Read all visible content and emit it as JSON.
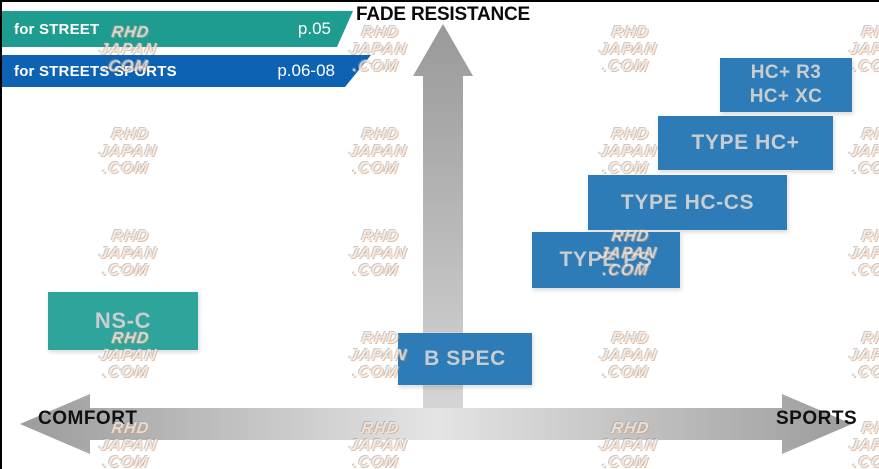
{
  "axes": {
    "y_label": "FADE RESISTANCE",
    "x_left_label": "COMFORT",
    "x_right_label": "SPORTS"
  },
  "legend": {
    "items": [
      {
        "label": "for STREET",
        "page": "p.05",
        "color": "#1d9c8f"
      },
      {
        "label": "for STREETS SPORTS",
        "page": "p.06-08",
        "color": "#0e62b4"
      }
    ]
  },
  "products": [
    {
      "lines": [
        "NS-C"
      ],
      "series": "for STREET",
      "color": "#2ea49a"
    },
    {
      "lines": [
        "B SPEC"
      ],
      "series": "for STREETS SPORTS",
      "color": "#2d7cb7"
    },
    {
      "lines": [
        "TYPE PS"
      ],
      "series": "for STREETS SPORTS",
      "color": "#2d7cb7"
    },
    {
      "lines": [
        "TYPE HC-CS"
      ],
      "series": "for STREETS SPORTS",
      "color": "#2d7cb7"
    },
    {
      "lines": [
        "TYPE HC+"
      ],
      "series": "for STREETS SPORTS",
      "color": "#2d7cb7"
    },
    {
      "lines": [
        "HC+ R3",
        "HC+ XC"
      ],
      "series": "for STREETS SPORTS",
      "color": "#2d7cb7"
    }
  ],
  "watermark": {
    "lines": [
      "RHD",
      "JAPAN",
      ".COM"
    ]
  },
  "colors": {
    "box_blue": "#2d7cb7",
    "box_teal": "#2ea49a",
    "banner_teal": "#1d9c8f",
    "banner_blue": "#0e62b4",
    "arrow_gray_dark": "#9c9c9c",
    "arrow_gray_light": "#e4e4e4",
    "box_label_gray": "#c9cdd0",
    "axis_text": "#0b0b0b"
  },
  "chart_data": {
    "type": "scatter",
    "title": "",
    "xlabel": "COMFORT (left) ↔ SPORTS (right)",
    "ylabel": "FADE RESISTANCE",
    "xlim": [
      0,
      1
    ],
    "ylim": [
      0,
      1
    ],
    "grid": false,
    "legend_position": "top-left",
    "series": [
      {
        "name": "for STREET",
        "page": "p.05",
        "color": "#2ea49a",
        "points": [
          {
            "label": "NS-C",
            "x": 0.12,
            "y": 0.26
          }
        ]
      },
      {
        "name": "for STREETS SPORTS",
        "page": "p.06-08",
        "color": "#2d7cb7",
        "points": [
          {
            "label": "B SPEC",
            "x": 0.54,
            "y": 0.17
          },
          {
            "label": "TYPE PS",
            "x": 0.7,
            "y": 0.41
          },
          {
            "label": "TYPE HC-CS",
            "x": 0.8,
            "y": 0.56
          },
          {
            "label": "TYPE HC+",
            "x": 0.87,
            "y": 0.7
          },
          {
            "label": "HC+ R3 / HC+ XC",
            "x": 0.92,
            "y": 0.85
          }
        ]
      }
    ]
  }
}
